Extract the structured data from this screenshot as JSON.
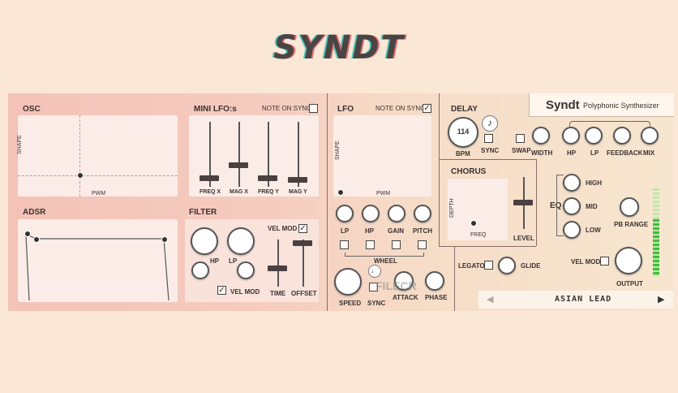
{
  "logo": "SYNDT",
  "header": {
    "brand": "Syndt",
    "subtitle": "Polyphonic Synthesizer"
  },
  "osc": {
    "title": "OSC",
    "shape": "SHAPE",
    "pwm": "PWM"
  },
  "mini_lfo": {
    "title": "MINI LFO:s",
    "note_on_sync": "NOTE ON SYNC",
    "sliders": [
      "FREQ X",
      "MAG X",
      "FREQ Y",
      "MAG Y"
    ]
  },
  "lfo": {
    "title": "LFO",
    "note_on_sync": "NOTE ON SYNC",
    "shape": "SHAPE",
    "pwm": "PWM",
    "knobs": [
      "LP",
      "HP",
      "GAIN",
      "PITCH"
    ],
    "wheel": "WHEEL",
    "bottom": [
      "SPEED",
      "SYNC",
      "ATTACK",
      "PHASE"
    ]
  },
  "adsr": {
    "title": "ADSR"
  },
  "filter": {
    "title": "FILTER",
    "vel_mod": "VEL MOD",
    "hp": "HP",
    "lp": "LP",
    "vel_mod2": "VEL MOD",
    "time": "TIME",
    "offset": "OFFSET"
  },
  "delay": {
    "title": "DELAY",
    "bpm_value": "114",
    "bpm": "BPM",
    "sync": "SYNC",
    "swap": "SWAP",
    "knobs": [
      "WIDTH",
      "HP",
      "LP",
      "FEEDBACK",
      "MIX"
    ]
  },
  "chorus": {
    "title": "CHORUS",
    "depth": "DEPTH",
    "freq": "FREQ",
    "level": "LEVEL"
  },
  "eq": {
    "title": "EQ",
    "bands": [
      "HIGH",
      "MID",
      "LOW"
    ],
    "pb_range": "PB RANGE"
  },
  "misc": {
    "legato": "LEGATO",
    "glide": "GLIDE",
    "vel_mod": "VEL MOD",
    "output": "OUTPUT"
  },
  "preset": {
    "name": "ASIAN LEAD",
    "prev": "◀",
    "next": "▶"
  },
  "watermark": "FILECR"
}
